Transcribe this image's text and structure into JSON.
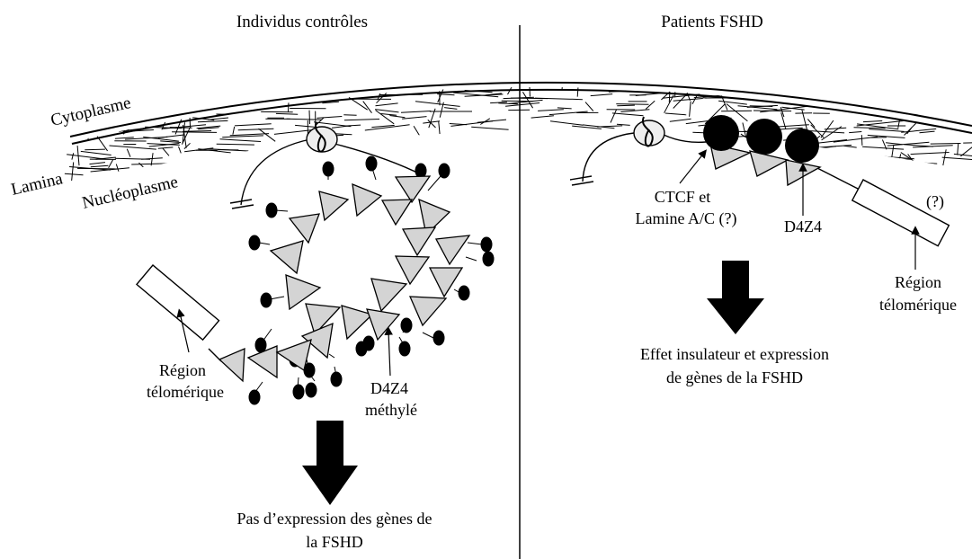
{
  "panels": {
    "left_title": "Individus contrôles",
    "right_title": "Patients FSHD"
  },
  "compartments": {
    "cytoplasm": "Cytoplasme",
    "lamina": "Lamina",
    "nucleoplasm": "Nucléoplasme"
  },
  "left": {
    "telomeric_label_line1": "Région",
    "telomeric_label_line2": "télomérique",
    "d4z4_label_line1": "D4Z4",
    "d4z4_label_line2": "méthylé",
    "outcome_line1": "Pas d’expression des gènes de",
    "outcome_line2": "la FSHD"
  },
  "right": {
    "ctcf_label_line1": "CTCF et",
    "ctcf_label_line2": "Lamine A/C (?)",
    "d4z4_label": "D4Z4",
    "question_mark": "(?)",
    "telomeric_label_line1": "Région",
    "telomeric_label_line2": "télomérique",
    "outcome_line1": "Effet insulateur et expression",
    "outcome_line2": "de gènes de la FSHD"
  }
}
